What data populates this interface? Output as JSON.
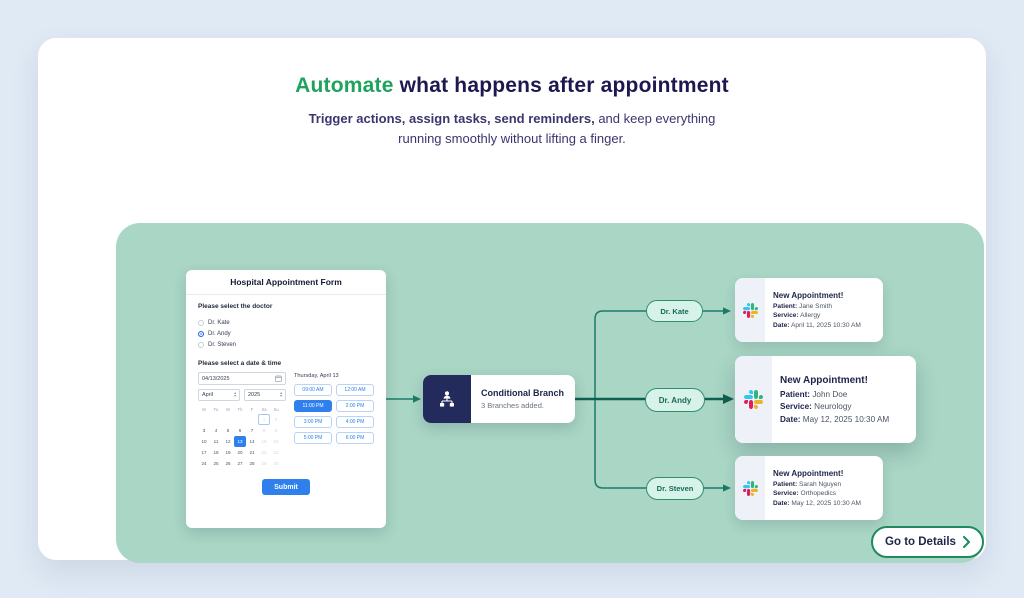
{
  "hero": {
    "title_highlight": "Automate",
    "title_rest": "what happens after appointment",
    "subtitle_bold": "Trigger actions, assign tasks, send reminders,",
    "subtitle_regular": "and keep everything",
    "subtitle_line2": "running smoothly without lifting a finger."
  },
  "form": {
    "title": "Hospital Appointment Form",
    "doctor_label": "Please select the doctor",
    "doctors": [
      {
        "label": "Dr. Kate",
        "selected": false
      },
      {
        "label": "Dr. Andy",
        "selected": true
      },
      {
        "label": "Dr. Steven",
        "selected": false
      }
    ],
    "datetime_label": "Please select a date & time",
    "date_value": "04/13/2025",
    "month": "April",
    "year": "2025",
    "weekdays": [
      "M",
      "Tu",
      "W",
      "Th",
      "F",
      "Sa",
      "Su"
    ],
    "calendar_cells": [
      {
        "d": "",
        "s": "empty"
      },
      {
        "d": "",
        "s": "empty"
      },
      {
        "d": "",
        "s": "empty"
      },
      {
        "d": "",
        "s": "empty"
      },
      {
        "d": "",
        "s": "empty"
      },
      {
        "d": "1",
        "s": "outlined faded"
      },
      {
        "d": "2",
        "s": "faded"
      },
      {
        "d": "3"
      },
      {
        "d": "4"
      },
      {
        "d": "5"
      },
      {
        "d": "6"
      },
      {
        "d": "7"
      },
      {
        "d": "8",
        "s": "faded"
      },
      {
        "d": "9",
        "s": "faded"
      },
      {
        "d": "10"
      },
      {
        "d": "11"
      },
      {
        "d": "12"
      },
      {
        "d": "13",
        "s": "selected"
      },
      {
        "d": "14"
      },
      {
        "d": "15",
        "s": "faded"
      },
      {
        "d": "16",
        "s": "faded"
      },
      {
        "d": "17"
      },
      {
        "d": "18"
      },
      {
        "d": "19"
      },
      {
        "d": "20"
      },
      {
        "d": "21"
      },
      {
        "d": "22",
        "s": "faded"
      },
      {
        "d": "23",
        "s": "faded"
      },
      {
        "d": "24"
      },
      {
        "d": "25"
      },
      {
        "d": "26"
      },
      {
        "d": "27"
      },
      {
        "d": "28"
      },
      {
        "d": "29",
        "s": "faded"
      },
      {
        "d": "30",
        "s": "faded"
      }
    ],
    "day_header": "Thursday, April 13",
    "time_slots": [
      {
        "label": "09:00 AM",
        "selected": false
      },
      {
        "label": "12:00 AM",
        "selected": false
      },
      {
        "label": "11:00 PM",
        "selected": true
      },
      {
        "label": "2:00 PM",
        "selected": false
      },
      {
        "label": "3:00 PM",
        "selected": false
      },
      {
        "label": "4:00 PM",
        "selected": false
      },
      {
        "label": "5:00 PM",
        "selected": false
      },
      {
        "label": "6:00 PM",
        "selected": false
      }
    ],
    "submit_label": "Submit"
  },
  "branch_node": {
    "title": "Conditional Branch",
    "subtitle": "3 Branches added."
  },
  "branches": [
    {
      "pill": "Dr. Kate",
      "card": {
        "title": "New Appointment!",
        "patient_label": "Patient:",
        "patient": "Jane Smith",
        "service_label": "Service:",
        "service": "Allergy",
        "date_label": "Date:",
        "date": "April 11, 2025  10:30 AM"
      }
    },
    {
      "pill": "Dr. Andy",
      "card": {
        "title": "New Appointment!",
        "patient_label": "Patient:",
        "patient": "John Doe",
        "service_label": "Service:",
        "service": "Neurology",
        "date_label": "Date:",
        "date": "May 12, 2025  10:30 AM"
      }
    },
    {
      "pill": "Dr. Steven",
      "card": {
        "title": "New Appointment!",
        "patient_label": "Patient:",
        "patient": "Sarah Nguyen",
        "service_label": "Service:",
        "service": "Orthopedics",
        "date_label": "Date:",
        "date": "May 12, 2025  10:30 AM"
      }
    }
  ],
  "details_button": {
    "label": "Go to Details"
  },
  "colors": {
    "page_bg": "#e0eaf5",
    "panel_mint": "#a9d6c5",
    "accent_green": "#1ea35f",
    "navy": "#1d1850",
    "wire_teal": "#1b7c66",
    "wire_teal_dark": "#10604e",
    "blue": "#2f80ed",
    "details_border_green": "#1e8a5e"
  }
}
